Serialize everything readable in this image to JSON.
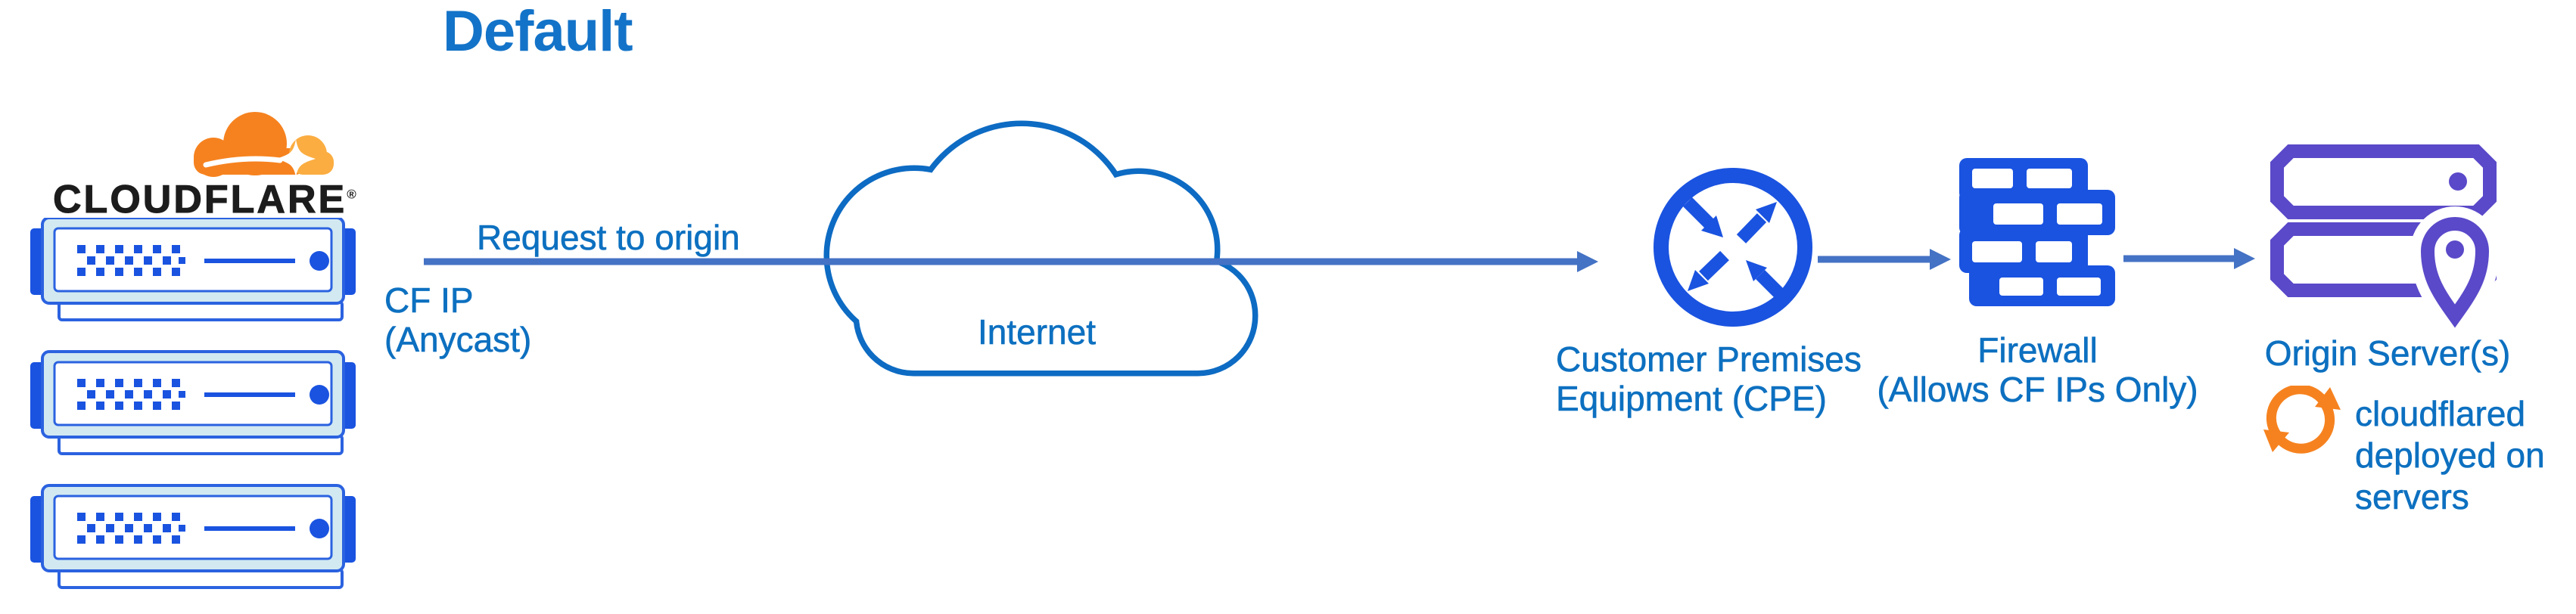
{
  "title": "Default",
  "cloudflare_logo": {
    "wordmark": "CLOUDFLARE",
    "registered_mark": "®"
  },
  "flow": {
    "request_label": "Request to origin",
    "source_ip_line1": "CF IP",
    "source_ip_line2": "(Anycast)",
    "internet_label": "Internet",
    "cpe_line1": "Customer Premises",
    "cpe_line2": "Equipment (CPE)",
    "firewall_line1": "Firewall",
    "firewall_line2": "(Allows CF IPs Only)",
    "origin_label": "Origin Server(s)",
    "cloudflared_note": "cloudflared deployed on servers"
  },
  "icons": [
    "cloudflare-logo-icon",
    "edge-server-icon",
    "internet-cloud-icon",
    "flow-arrow-icon",
    "cpe-router-icon",
    "firewall-icon",
    "origin-servers-icon",
    "location-pin-icon",
    "sync-arrows-icon"
  ],
  "colors": {
    "title_text": "#1373c8",
    "label_text": "#0d70c0",
    "arrow": "#4472c4",
    "icon_blue": "#1a53e0",
    "outline_blue": "#2b62e0",
    "server_frame": "#d2e9f1",
    "cloud_outline": "#0d6bc3",
    "purple": "#5a49c9",
    "orange": "#f6821f",
    "orange_light": "#fbad41",
    "wordmark_text": "#1c1c1c",
    "background": "#ffffff"
  }
}
